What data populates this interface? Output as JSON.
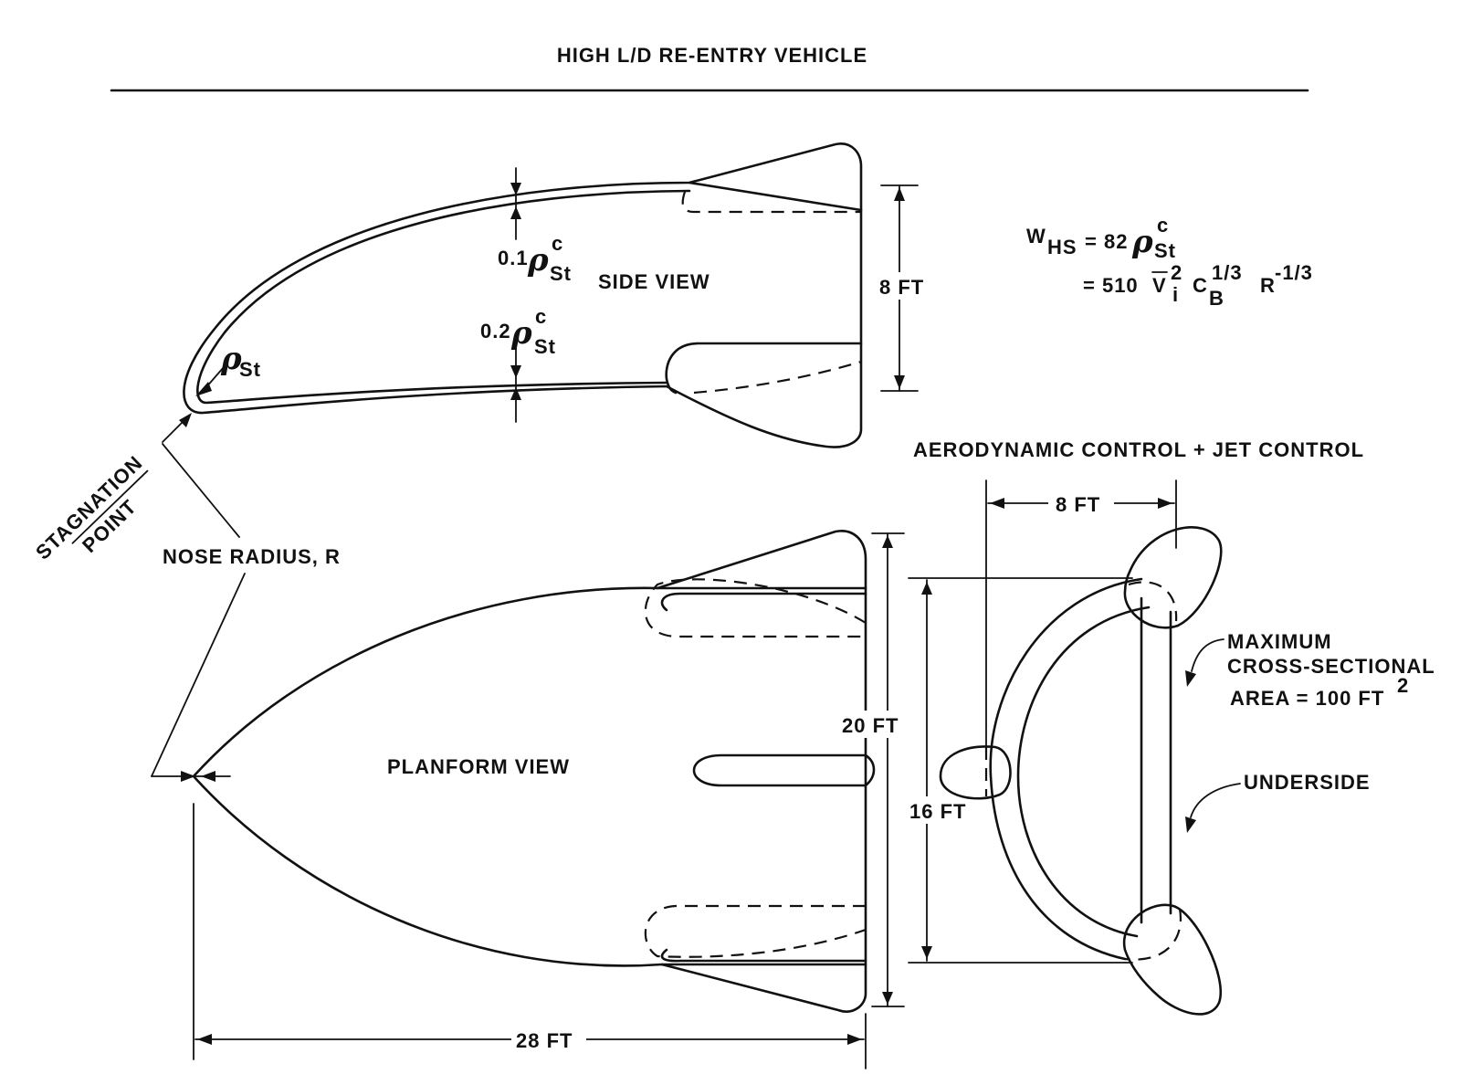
{
  "title": "HIGH L/D RE-ENTRY VEHICLE",
  "side_view": {
    "label": "SIDE VIEW",
    "thickness_upper": {
      "coef": "0.1",
      "sub": "St",
      "sup": "c"
    },
    "thickness_lower": {
      "coef": "0.2",
      "sub": "St",
      "sup": "c"
    },
    "nose_rho": {
      "sub": "St"
    },
    "height_label": "8 FT"
  },
  "planform_view": {
    "label": "PLANFORM VIEW",
    "span_label": "20 FT",
    "length_label": "28 FT"
  },
  "stagnation": {
    "line1": "STAGNATION",
    "line2": "POINT"
  },
  "nose_radius_label": "NOSE RADIUS, R",
  "equation": {
    "lhs_w": "W",
    "lhs_sub": "HS",
    "line1_rhs": "= 82",
    "line1_rho_sub": "St",
    "line1_rho_sup": "c",
    "line2_prefix": "= 510",
    "line2_v": "V",
    "line2_v_sup": "2",
    "line2_v_sub": "i",
    "line2_c": "C",
    "line2_c_sup": "1/3",
    "line2_c_sub": "B",
    "line2_r": "R",
    "line2_r_sup": "-1/3"
  },
  "rear_view": {
    "control_label": "AERODYNAMIC CONTROL + JET CONTROL",
    "width_label": "8 FT",
    "height_label": "16 FT",
    "max_area_line1": "MAXIMUM",
    "max_area_line2": "CROSS-SECTIONAL",
    "max_area_line3_prefix": "AREA = 100 FT",
    "max_area_line3_sup": "2",
    "underside_label": "UNDERSIDE"
  }
}
